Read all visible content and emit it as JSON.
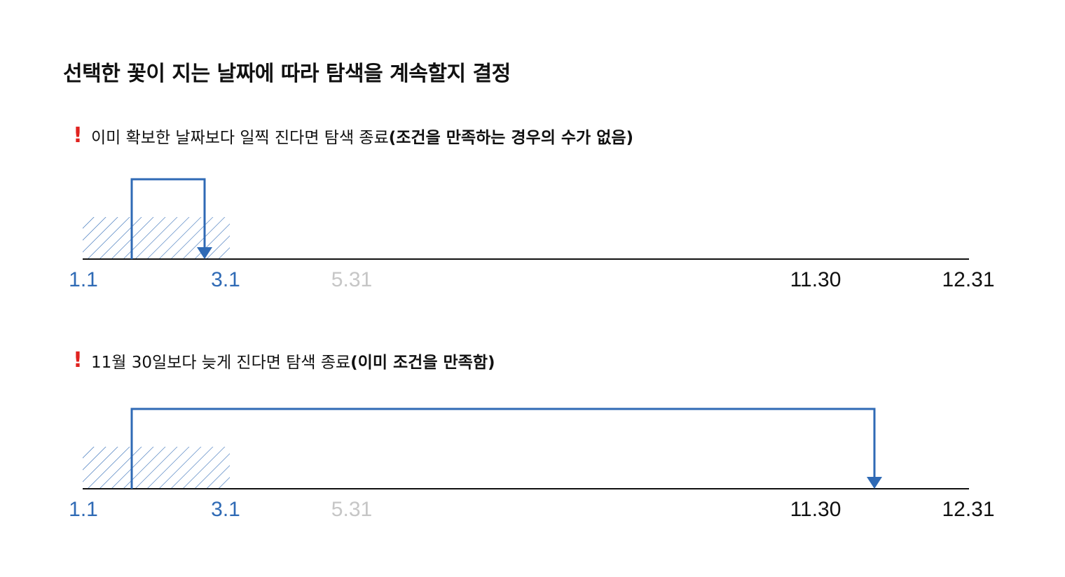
{
  "title": "선택한 꽃이 지는 날짜에 따라 탐색을 계속할지 결정",
  "colors": {
    "accent": "#2f6ab5",
    "muted": "#c6c6c6",
    "warning": "#e0221f",
    "text": "#111111"
  },
  "cases": [
    {
      "icon": "exclamation-icon",
      "text": "이미 확보한 날짜보다 일찍 진다면 탐색 종료 ",
      "emphasis": "(조건을 만족하는 경우의 수가 없음)",
      "ticks": [
        {
          "label": "1.1",
          "style": "accent"
        },
        {
          "label": "3.1",
          "style": "accent"
        },
        {
          "label": "5.31",
          "style": "muted"
        },
        {
          "label": "11.30",
          "style": "text"
        },
        {
          "label": "12.31",
          "style": "text"
        }
      ]
    },
    {
      "icon": "exclamation-icon",
      "text": "11월 30일보다 늦게 진다면 탐색 종료 ",
      "emphasis": "(이미 조건을 만족함)",
      "ticks": [
        {
          "label": "1.1",
          "style": "accent"
        },
        {
          "label": "3.1",
          "style": "accent"
        },
        {
          "label": "5.31",
          "style": "muted"
        },
        {
          "label": "11.30",
          "style": "text"
        },
        {
          "label": "12.31",
          "style": "text"
        }
      ]
    }
  ]
}
